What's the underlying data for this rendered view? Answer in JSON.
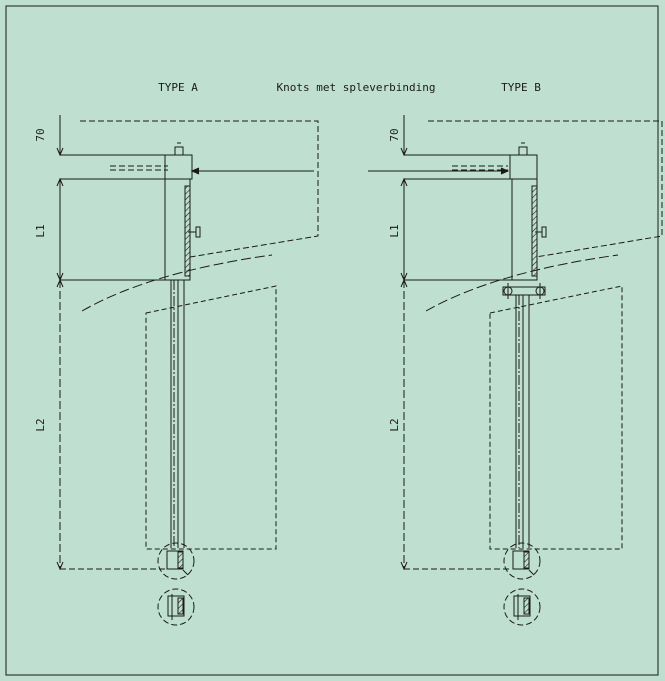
{
  "colors": {
    "background": "#bfe0d0",
    "line": "#1a1a1a"
  },
  "title": "Knots met spleverbinding",
  "type_a": {
    "label": "TYPE A",
    "dim_top": "70",
    "dim_l1": "L1",
    "dim_l2": "L2"
  },
  "type_b": {
    "label": "TYPE B",
    "dim_top": "70",
    "dim_l1": "L1",
    "dim_l2": "L2"
  }
}
